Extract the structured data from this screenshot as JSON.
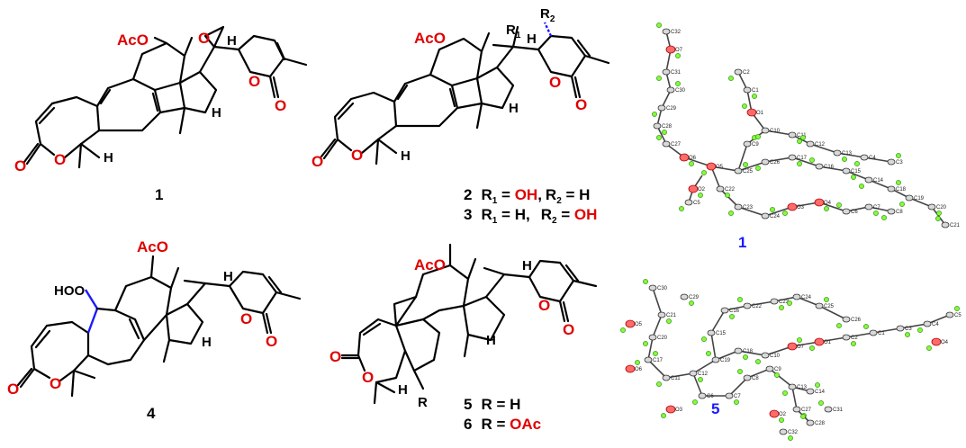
{
  "compounds": [
    {
      "number": "1",
      "oac": "AcO",
      "ring_o": "O",
      "carbonyl_o": "O",
      "lactone_o": "O",
      "epoxide_o": "O",
      "h": "H"
    },
    {
      "number": "2",
      "oac": "AcO",
      "r1": "R",
      "r1_sub": "1",
      "r2": "R",
      "r2_sub": "2"
    },
    {
      "number": "4",
      "oac": "AcO",
      "ooh": "HOO"
    },
    {
      "number": "5",
      "oac": "AcO",
      "r": "R"
    }
  ],
  "legends": {
    "c2": {
      "num": "2",
      "r1": "R",
      "r1_sub": "1",
      "eq1": " = ",
      "v1": "OH",
      "comma": ",",
      "r2": "R",
      "r2_sub": "2",
      "eq2": " = ",
      "v2": "H"
    },
    "c3": {
      "num": "3",
      "r1": "R",
      "r1_sub": "1",
      "eq1": " = ",
      "v1": "H,",
      "r2": "R",
      "r2_sub": "2",
      "eq2": " = ",
      "v2": "OH"
    },
    "c5": {
      "num": "5",
      "r": "R",
      "eq": " = ",
      "v": "H"
    },
    "c6": {
      "num": "6",
      "r": "R",
      "eq": " = ",
      "v": "OAc"
    }
  },
  "xray": [
    {
      "label": "1",
      "atoms": [
        "C32",
        "O7",
        "C31",
        "C30",
        "C29",
        "C28",
        "C27",
        "O6",
        "O5",
        "C25",
        "C26",
        "C17",
        "C16",
        "C15",
        "C14",
        "C18",
        "C19",
        "C20",
        "C21",
        "C22",
        "C23",
        "C24",
        "O3",
        "O4",
        "C6",
        "C7",
        "C8",
        "C9",
        "C10",
        "C11",
        "C12",
        "C13",
        "C4",
        "C3",
        "C2",
        "C1",
        "O1",
        "O2",
        "C5"
      ]
    },
    {
      "label": "5",
      "atoms": [
        "C30",
        "C21",
        "C20",
        "C17",
        "C11",
        "C12",
        "C19",
        "C18",
        "C10",
        "O7",
        "O1",
        "C2",
        "C1",
        "C3",
        "C4",
        "C5",
        "C6",
        "C7",
        "C8",
        "C9",
        "C13",
        "C14",
        "C15",
        "C16",
        "C22",
        "C23",
        "C24",
        "C25",
        "C26",
        "C27",
        "C28",
        "C29",
        "O5",
        "O6",
        "O3",
        "O2",
        "C31",
        "C32",
        "O4"
      ]
    }
  ]
}
